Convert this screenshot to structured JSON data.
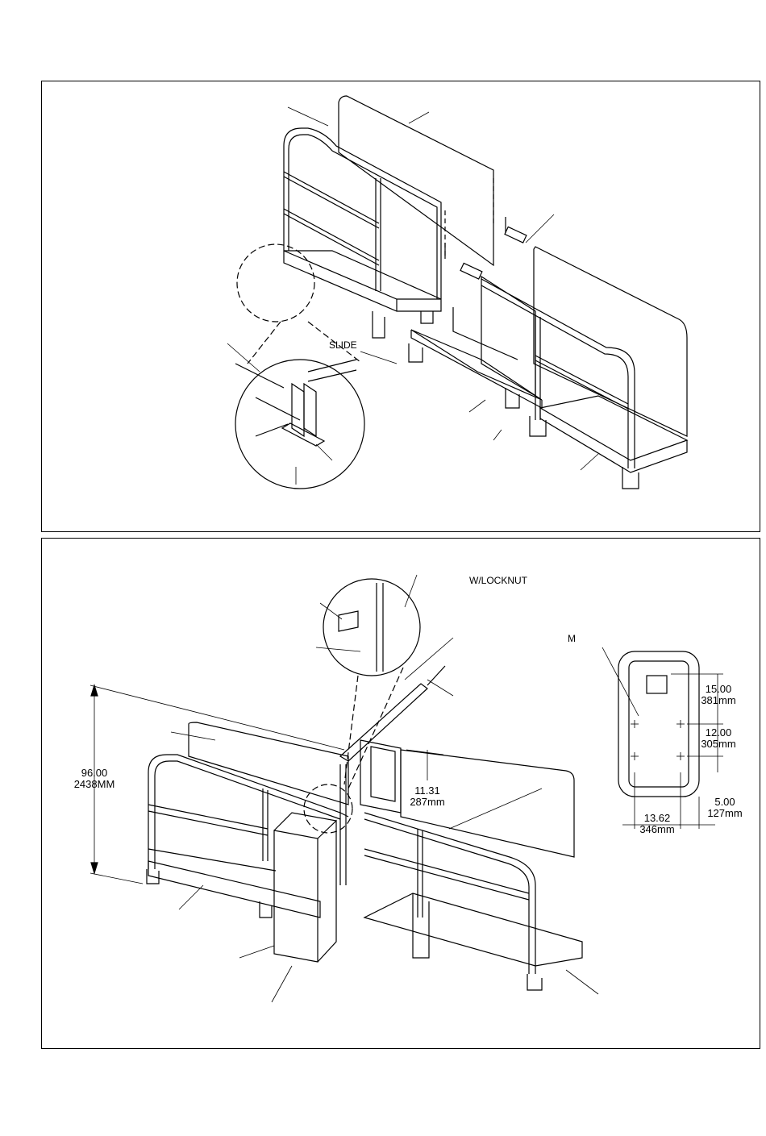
{
  "top_drawing": {
    "slide_label": "SLIDE"
  },
  "bottom_drawing": {
    "wlocknut_label": "W/LOCKNUT",
    "m_label": "M",
    "height_dim": {
      "inches": "96.00",
      "mm": "2438MM"
    },
    "panel_dim": {
      "inches": "11.31",
      "mm": "287mm"
    },
    "cutout_dims": {
      "top_height": {
        "inches": "15.00",
        "mm": "381mm"
      },
      "hole_vertical": {
        "inches": "12.00",
        "mm": "305mm"
      },
      "side_offset": {
        "inches": "5.00",
        "mm": "127mm"
      },
      "hole_horizontal": {
        "inches": "13.62",
        "mm": "346mm"
      }
    }
  }
}
